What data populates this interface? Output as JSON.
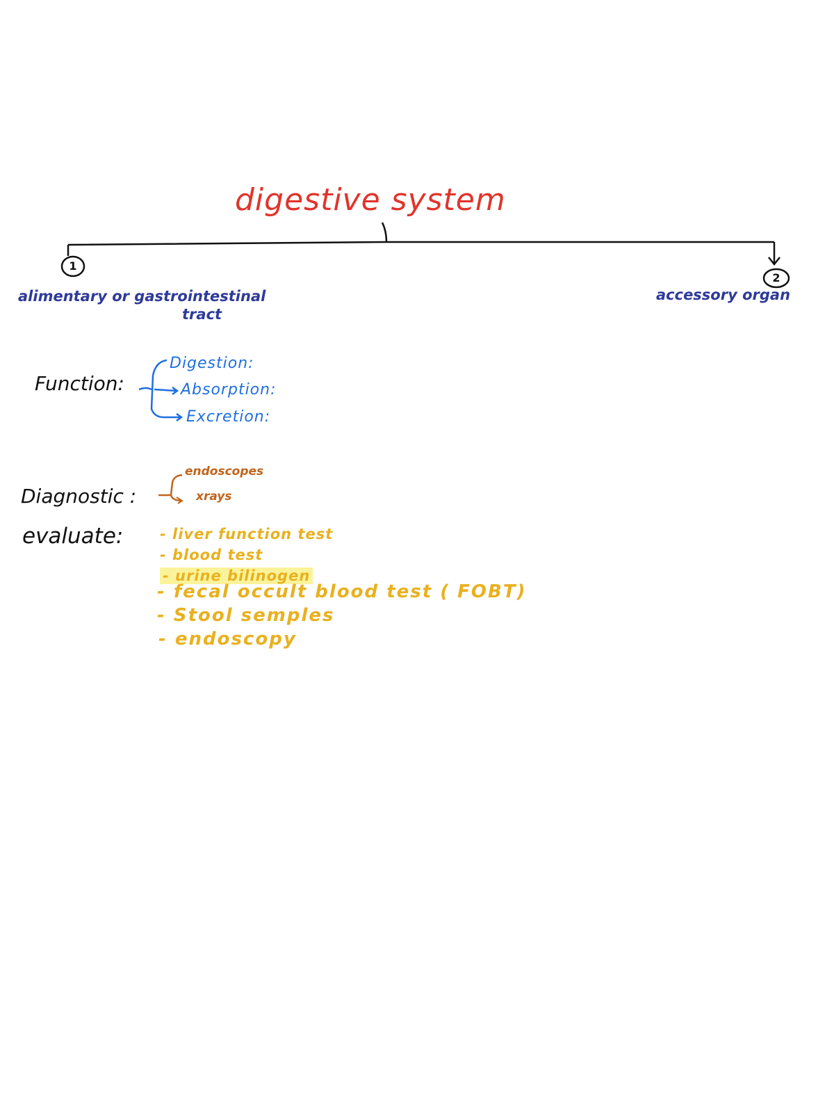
{
  "title": "digestive system",
  "branches": {
    "left": {
      "number": "1",
      "label_line1": "alimentary or gastrointestinal",
      "label_line2": "tract"
    },
    "right": {
      "number": "2",
      "label": "accessory organ"
    }
  },
  "function": {
    "label": "Function:",
    "items": [
      "Digestion:",
      "Absorption:",
      "Excretion:"
    ]
  },
  "diagnostic": {
    "label": "Diagnostic :",
    "items": [
      "endoscopes",
      "xrays"
    ]
  },
  "evaluate": {
    "label": "evaluate:",
    "items": [
      "- liver function test",
      "- blood test",
      "- urine bilinogen",
      "- fecal occult blood test ( FOBT)",
      "- Stool semples",
      "- endoscopy"
    ]
  },
  "colors": {
    "title": "#e0342b",
    "branch": "#2e3a9a",
    "function": "#1f6fe0",
    "diagnostic": "#c2641c",
    "evaluate": "#e9b11f",
    "highlight": "#fbf39a"
  }
}
